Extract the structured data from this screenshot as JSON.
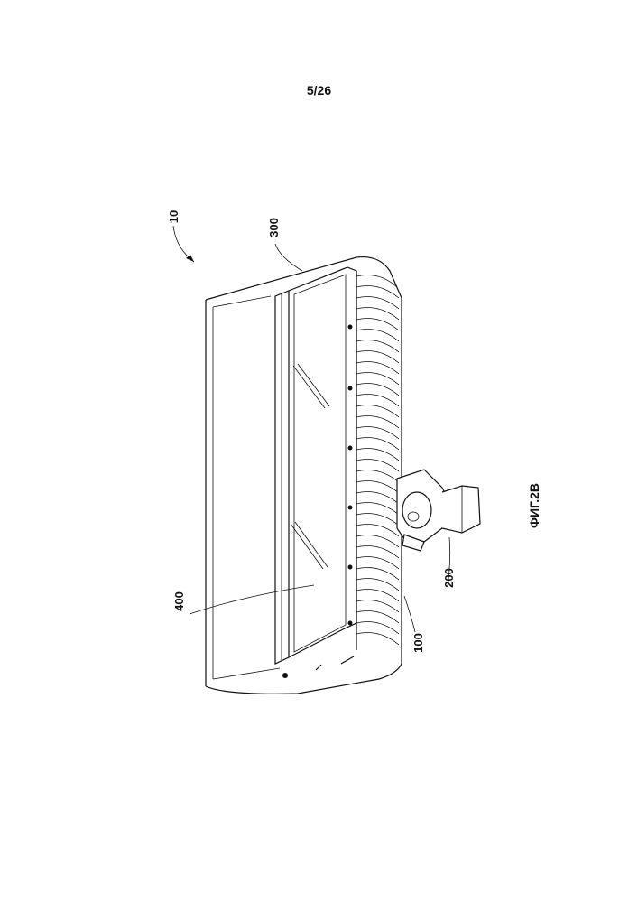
{
  "page": {
    "number": "5/26"
  },
  "figure": {
    "caption": "ФИГ.2В"
  },
  "reference_numerals": {
    "assembly": "10",
    "housing": "300",
    "lens": "400",
    "heatsink": "100",
    "bracket": "200"
  }
}
